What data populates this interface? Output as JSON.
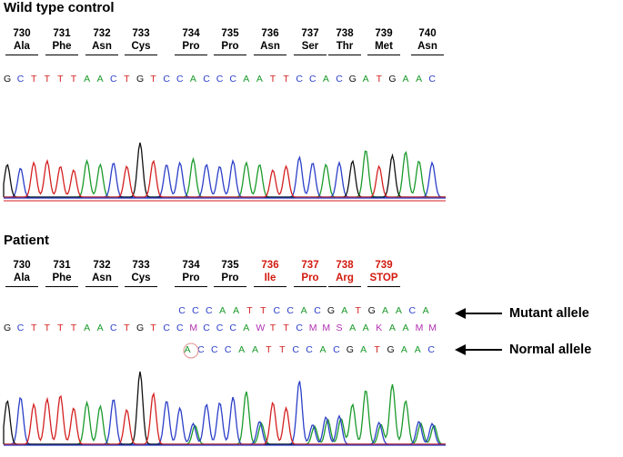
{
  "colors": {
    "A": "#1a9a2a",
    "C": "#2b3fc8",
    "G": "#111111",
    "T": "#d42020",
    "amb": "#b030b0",
    "mutation": "#d21a0e"
  },
  "wild": {
    "title": "Wild type control",
    "codons": [
      {
        "num": "730",
        "aa": "Ala"
      },
      {
        "num": "731",
        "aa": "Phe"
      },
      {
        "num": "732",
        "aa": "Asn"
      },
      {
        "num": "733",
        "aa": "Cys"
      },
      {
        "num": "734",
        "aa": "Pro"
      },
      {
        "num": "735",
        "aa": "Pro"
      },
      {
        "num": "736",
        "aa": "Asn"
      },
      {
        "num": "737",
        "aa": "Ser"
      },
      {
        "num": "738",
        "aa": "Thr"
      },
      {
        "num": "739",
        "aa": "Met"
      },
      {
        "num": "740",
        "aa": "Asn"
      }
    ],
    "sequence": "GCTTTTAACTGTCCACCCAATTCCACGATGAAC"
  },
  "patient": {
    "title": "Patient",
    "codons": [
      {
        "num": "730",
        "aa": "Ala",
        "mut": false
      },
      {
        "num": "731",
        "aa": "Phe",
        "mut": false
      },
      {
        "num": "732",
        "aa": "Asn",
        "mut": false
      },
      {
        "num": "733",
        "aa": "Cys",
        "mut": false
      },
      {
        "num": "734",
        "aa": "Pro",
        "mut": false
      },
      {
        "num": "735",
        "aa": "Pro",
        "mut": false
      },
      {
        "num": "736",
        "aa": "Ile",
        "mut": true
      },
      {
        "num": "737",
        "aa": "Pro",
        "mut": true
      },
      {
        "num": "738",
        "aa": "Arg",
        "mut": true
      },
      {
        "num": "739",
        "aa": "STOP",
        "mut": true
      }
    ],
    "mutant_sequence": "CCCAATTCCACGATGAACA",
    "mixed_sequence": "GCTTTTAACTGTCCMCCCAWTTCMMSAAKAAMM",
    "normal_sequence": "ACCCAATTCCACGATGAAC",
    "mutant_label": "Mutant allele",
    "normal_label": "Normal allele"
  }
}
